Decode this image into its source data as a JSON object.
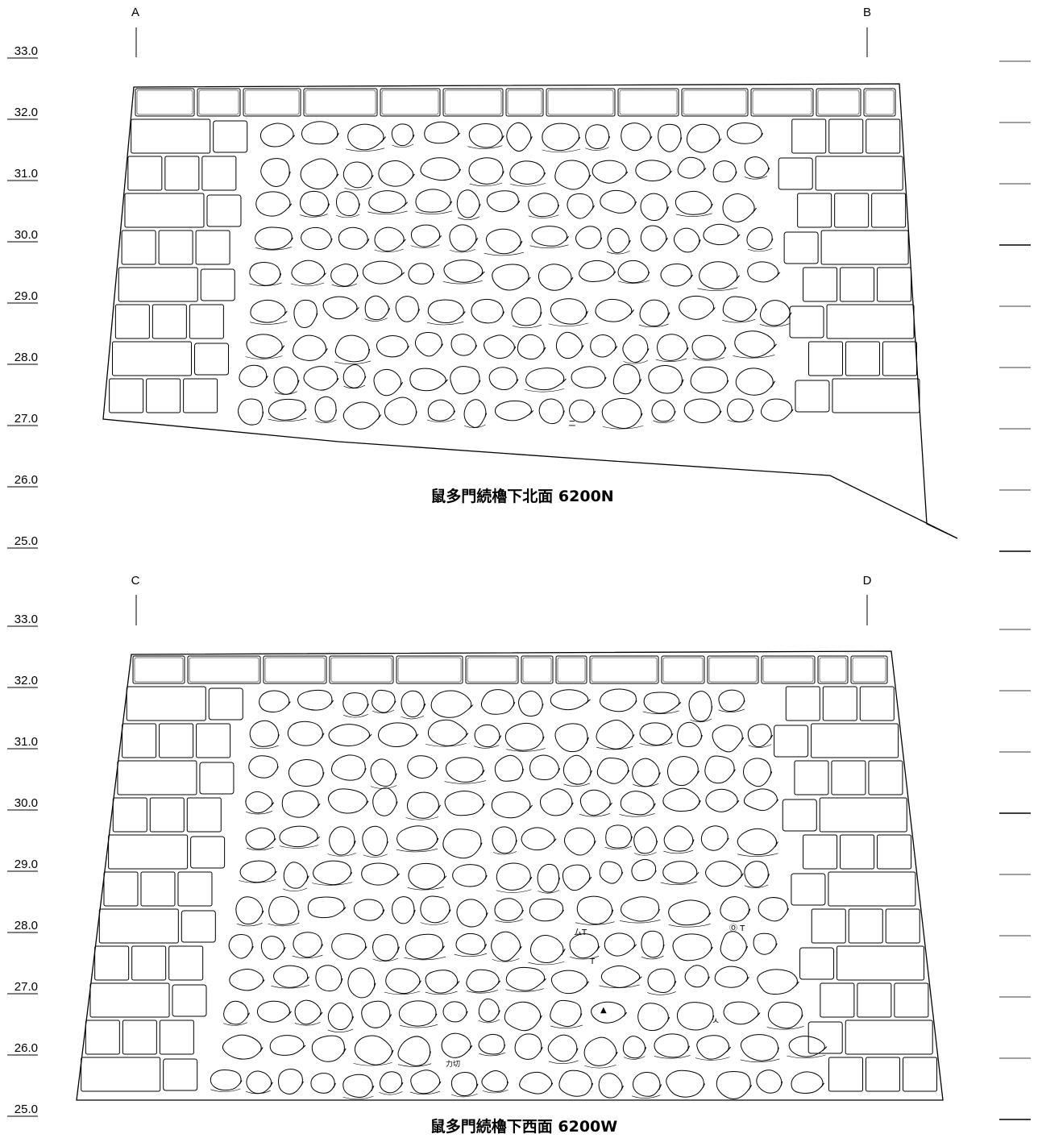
{
  "elevation_ticks": [
    "33.0",
    "32.0",
    "31.0",
    "30.0",
    "29.0",
    "28.0",
    "27.0",
    "26.0",
    "25.0"
  ],
  "panels": [
    {
      "id": "north",
      "left_marker": "A",
      "right_marker": "B",
      "caption": "鼠多門続櫓下北面 6200N"
    },
    {
      "id": "west",
      "left_marker": "C",
      "right_marker": "D",
      "caption": "鼠多門続櫓下西面 6200W"
    }
  ],
  "stone_marks": [
    "ニ",
    "ムT",
    "T",
    "Ⓞ T",
    "▲",
    "ㅅ",
    "力切"
  ],
  "colors": {
    "line": "#000000",
    "background": "#ffffff"
  }
}
